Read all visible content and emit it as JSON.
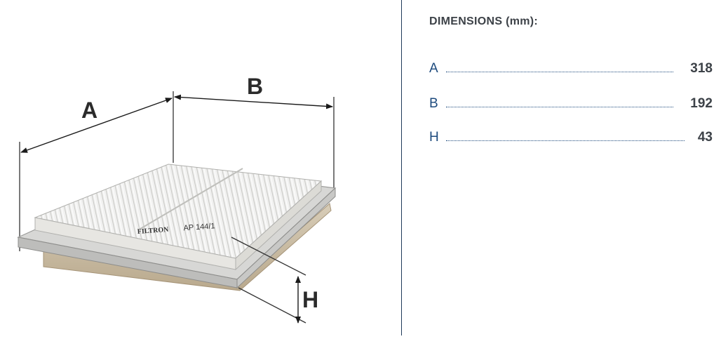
{
  "drawing": {
    "label_a": "A",
    "label_b": "B",
    "label_h": "H",
    "brand": "FILTRON",
    "model": "AP 144/1"
  },
  "dimensions": {
    "title": "DIMENSIONS (mm):",
    "rows": [
      {
        "label": "A",
        "value": "318"
      },
      {
        "label": "B",
        "value": "192"
      },
      {
        "label": "H",
        "value": "43"
      }
    ]
  },
  "colors": {
    "label_blue": "#1d4a7d",
    "value_gray": "#3d4248",
    "divider": "#1f3a5a"
  }
}
